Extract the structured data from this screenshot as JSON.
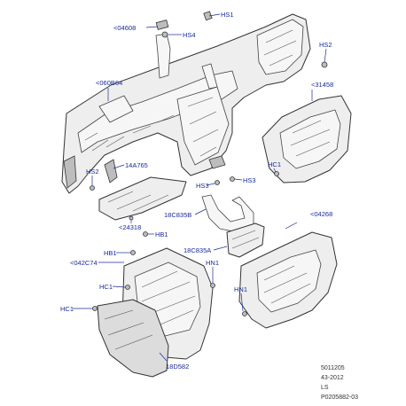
{
  "callouts": [
    {
      "id": "hs1",
      "text": "HS1"
    },
    {
      "id": "c04608",
      "text": "<04608"
    },
    {
      "id": "hs4",
      "text": "HS4"
    },
    {
      "id": "hs2_top",
      "text": "HS2"
    },
    {
      "id": "c060b64",
      "text": "<060B64"
    },
    {
      "id": "c31458",
      "text": "<31458"
    },
    {
      "id": "hc1_glove",
      "text": "HC1"
    },
    {
      "id": "hs2_left",
      "text": "HS2"
    },
    {
      "id": "c14a765",
      "text": "14A765"
    },
    {
      "id": "hs3_a",
      "text": "HS3"
    },
    {
      "id": "hs3_b",
      "text": "HS3"
    },
    {
      "id": "c18c835b",
      "text": "18C835B"
    },
    {
      "id": "c04268",
      "text": "<04268"
    },
    {
      "id": "c24318",
      "text": "<24318"
    },
    {
      "id": "hb1_a",
      "text": "HB1"
    },
    {
      "id": "hb1_b",
      "text": "HB1"
    },
    {
      "id": "c18c835a",
      "text": "18C835A"
    },
    {
      "id": "c042c74",
      "text": "<042C74"
    },
    {
      "id": "hn1_a",
      "text": "HN1"
    },
    {
      "id": "hc1_a",
      "text": "HC1"
    },
    {
      "id": "hn1_b",
      "text": "HN1"
    },
    {
      "id": "hc1_b",
      "text": "HC1"
    },
    {
      "id": "c18d582",
      "text": "18D582"
    }
  ],
  "reference": {
    "line1": "5011205",
    "line2": "43-2012",
    "line3": "LS",
    "line4": "P0205882-03"
  }
}
